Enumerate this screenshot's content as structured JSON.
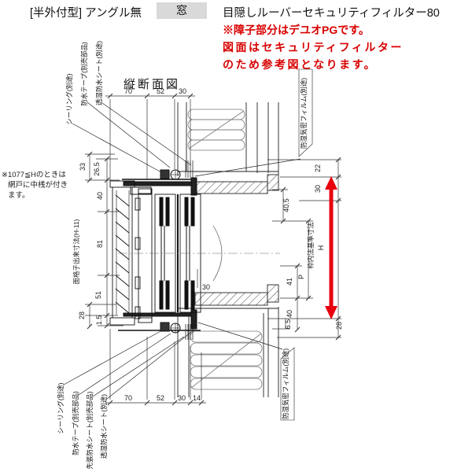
{
  "header": {
    "type_label": "[半外付型] アングル無",
    "window_badge": "窓",
    "product_title": "目隠しルーバーセキュリティフィルター80",
    "notice": {
      "line1": "※障子部分はデユオPGです。",
      "line2": "図面はセキュリティフィルター",
      "line3": "のため参考図となります。",
      "color": "#d80000"
    }
  },
  "drawing": {
    "title": "縦断面図",
    "note_line1": "※1077≦Hのときは",
    "note_line2": "網戸に中桟が付き",
    "note_line3": "ます。",
    "accent_color": "#e8000d",
    "dims": {
      "top": [
        "70",
        "52",
        "30"
      ],
      "bottom": [
        "70",
        "52",
        "30",
        "14"
      ],
      "left_outer_top": "33",
      "left_outer_bottom": "28",
      "left_inner": [
        "26.5",
        "40",
        "81",
        "51",
        "1.5"
      ],
      "left_chain_label": "面格子出来寸法(H-11)",
      "right_22": "22",
      "right_30": "30",
      "right_405": "40.5",
      "right_41": "41",
      "right_p": "P",
      "right_40": "40",
      "right_65": "6.5",
      "right_28": "28",
      "right_chain_label": "枠内法基準寸法",
      "right_h": "H",
      "sill_30": "30"
    },
    "callouts": {
      "sealing": "シーリング(別途)",
      "tape": "防水テープ(別売部品)",
      "breathable_sheet": "透湿防水シート(別途)",
      "pre_applied_sheet": "先張防水シート(別売部品)",
      "film": "防湿気密フィルム(別途)"
    }
  }
}
